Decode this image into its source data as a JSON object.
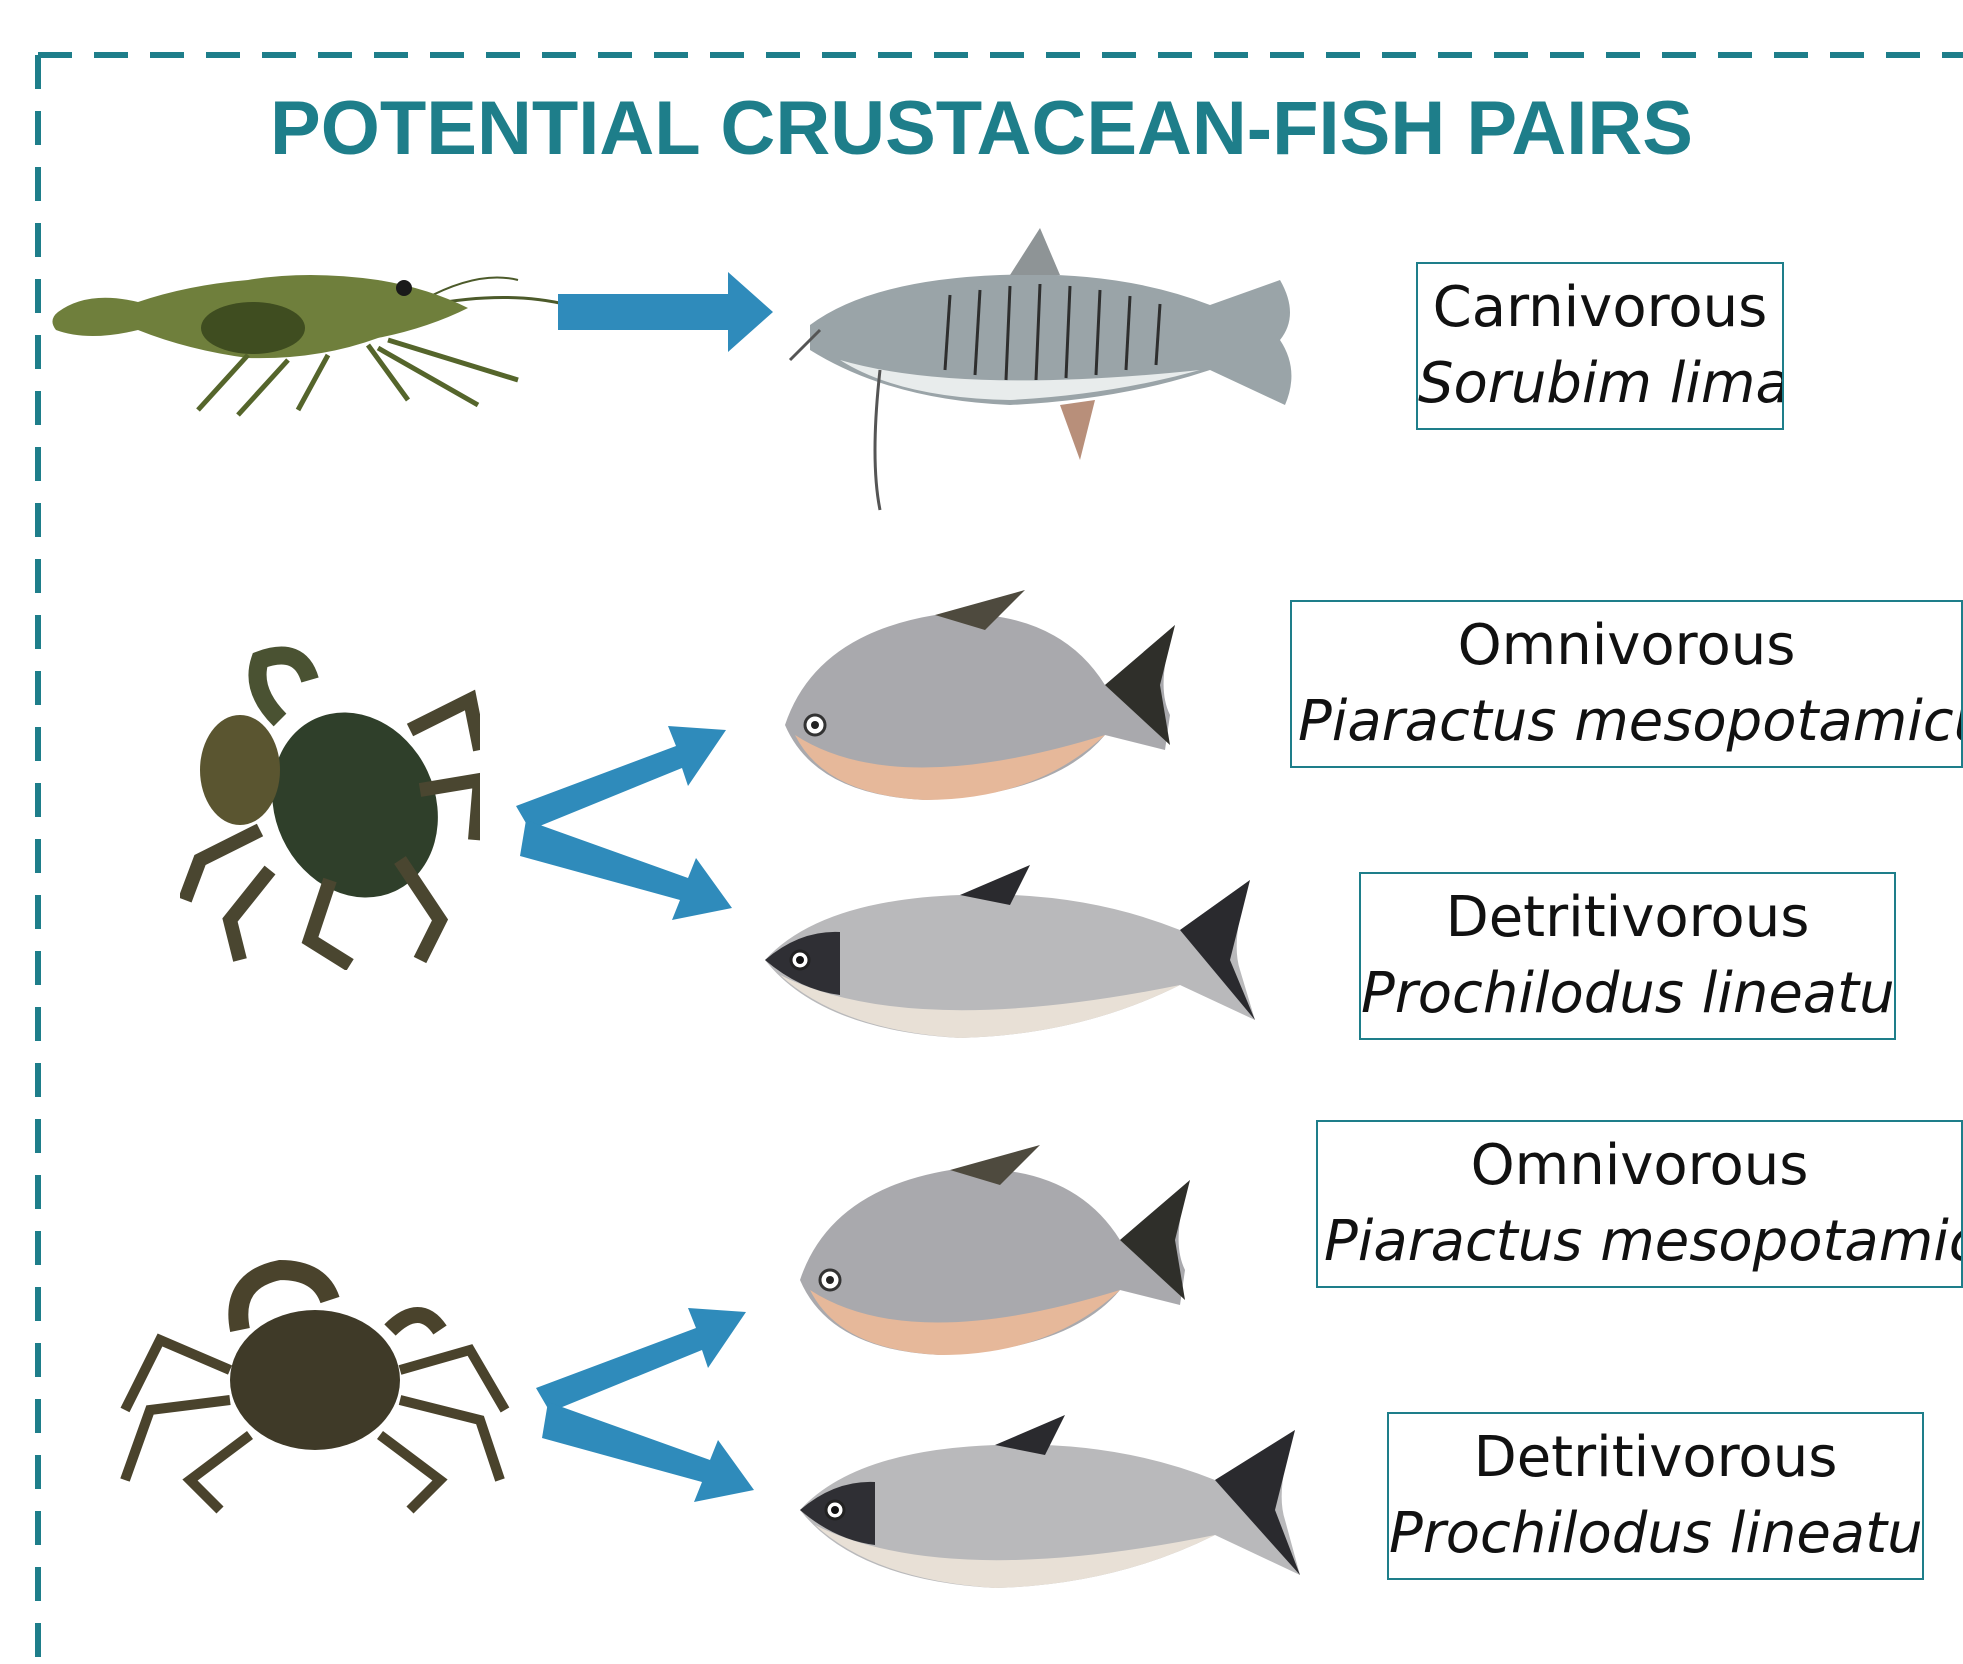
{
  "title": "POTENTIAL CRUSTACEAN-FISH PAIRS",
  "colors": {
    "title": "#1e7e8a",
    "border": "#1e7e8a",
    "arrow": "#2f8bbb",
    "box_border": "#1e7e8a"
  },
  "pairs": [
    {
      "crustacean": "shrimp",
      "targets": [
        {
          "diet": "Carnivorous",
          "species": "Sorubim lima",
          "fish": "catfish"
        }
      ]
    },
    {
      "crustacean": "crayfish-crab",
      "targets": [
        {
          "diet": "Omnivorous",
          "species": "Piaractus mesopotamicus",
          "fish": "pacu"
        },
        {
          "diet": "Detritivorous",
          "species": "Prochilodus lineatus",
          "fish": "curimbata"
        }
      ]
    },
    {
      "crustacean": "crab",
      "targets": [
        {
          "diet": "Omnivorous",
          "species": "Piaractus mesopotamicus",
          "fish": "pacu"
        },
        {
          "diet": "Detritivorous",
          "species": "Prochilodus lineatus",
          "fish": "curimbata"
        }
      ]
    }
  ]
}
